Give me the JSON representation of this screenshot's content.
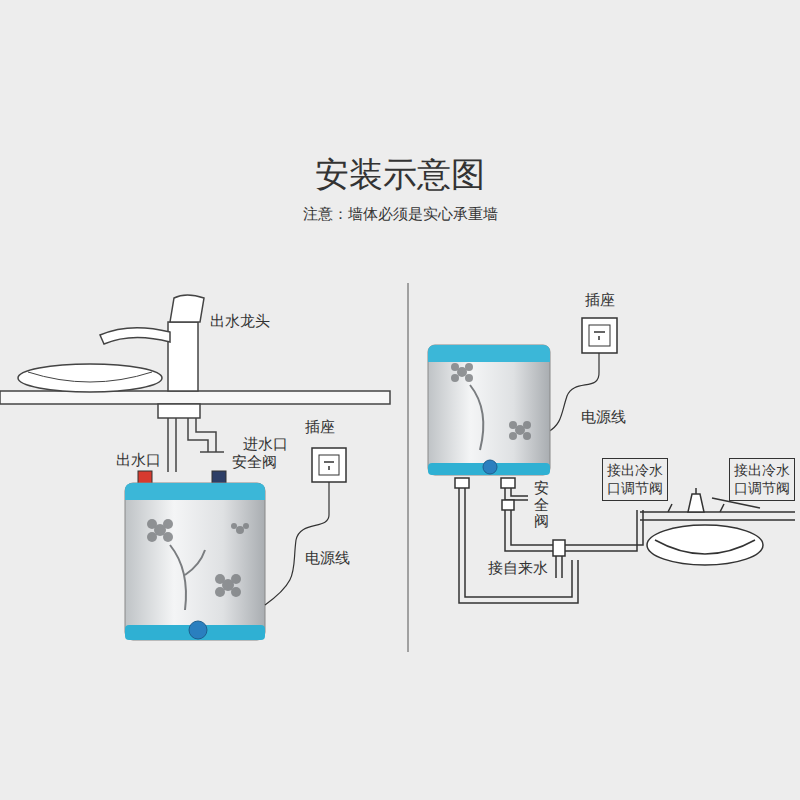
{
  "diagram": {
    "title": "安装示意图",
    "nodes": [
      {
        "text": [
          "接出冷水口调节阀"
        ]
      },
      {
        "text": [
          "接出冷水口调节阀"
        ]
      }
    ],
    "labels": [
      "注意：墙体必须是实心承重墙",
      "出水龙头",
      "进水口",
      "安全阀",
      "出水口",
      "插座",
      "电源线",
      "插座",
      "电源线",
      "安全阀",
      "接自来水"
    ]
  }
}
